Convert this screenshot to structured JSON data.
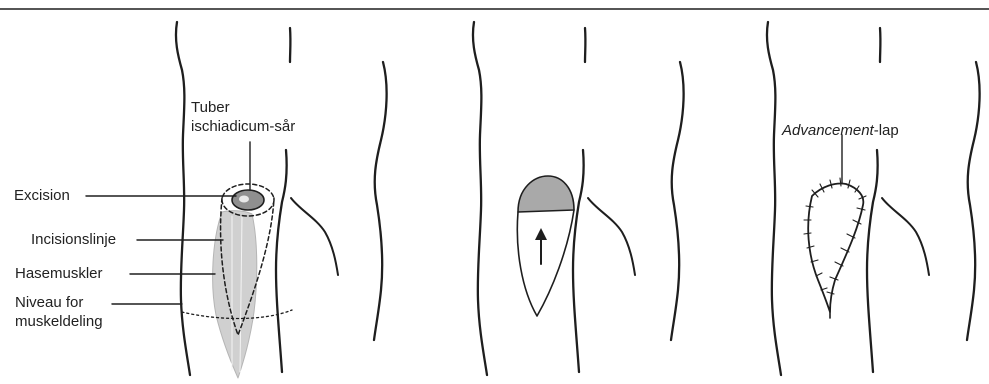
{
  "labels": {
    "tuber_line1": "Tuber",
    "tuber_line2": "ischiadicum-sår",
    "excision": "Excision",
    "incisionslinje": "Incisionslinje",
    "hasemuskler": "Hasemuskler",
    "niveau_line1": "Niveau for",
    "niveau_line2": "muskeldeling",
    "advancement_italic": "Advancement",
    "advancement_rest": "-lap"
  },
  "colors": {
    "stroke": "#1e1e1e",
    "muscle_fill": "#d0d0d0",
    "wound_fill": "#8f8f8f",
    "flap_fill": "#a9a9a9"
  }
}
